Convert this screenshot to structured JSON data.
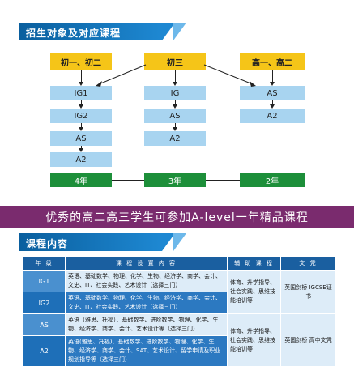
{
  "section1": {
    "title": "招生对象及对应课程"
  },
  "groups": [
    {
      "label": "初一、初二",
      "courses": [
        "IG1",
        "IG2",
        "AS",
        "A2"
      ],
      "duration": "4年"
    },
    {
      "label": "初三",
      "courses": [
        "IG",
        "AS",
        "A2"
      ],
      "duration": "3年"
    },
    {
      "label": "高一、高二",
      "courses": [
        "AS",
        "A2"
      ],
      "duration": "2年"
    }
  ],
  "banner": {
    "text": "优秀的高二高三学生可参加A-level一年精品课程"
  },
  "section2": {
    "title": "课程内容"
  },
  "table": {
    "headers": [
      "年 级",
      "课 程 设 置 内 容",
      "辅 助 课 程",
      "文 凭"
    ],
    "rows": [
      {
        "level": "IG1",
        "content": "英语、基础数学、物理、化学、生物、经济学、商学、会计、文史、IT、社会实践、艺术设计（选择三门）"
      },
      {
        "level": "IG2",
        "content": "英语、基础数学、物理、化学、生物、经济学、商学、会计、文史、IT、社会实践、艺术设计（选择三门）"
      },
      {
        "level": "AS",
        "content": "英语（雅思、托福）、基础数学、进阶数学、物理、化学、生物、经济学、商学、会计、艺术设计等（选择三门）"
      },
      {
        "level": "A2",
        "content": "英语(雅思、托福)、基础数学、进阶数学、物理、化学、生物、经济学、商学、会计、SAT、艺术设计、留学申请及职业规划指导等（选择三门）"
      }
    ],
    "aux1": "体育、升学指导、社会实践、思维技能培训等",
    "cert1": "英国剑桥 IGCSE证书",
    "aux2": "体育、升学指导、社会实践、思维技能培训等",
    "cert2": "英国剑桥 高中文凭"
  }
}
